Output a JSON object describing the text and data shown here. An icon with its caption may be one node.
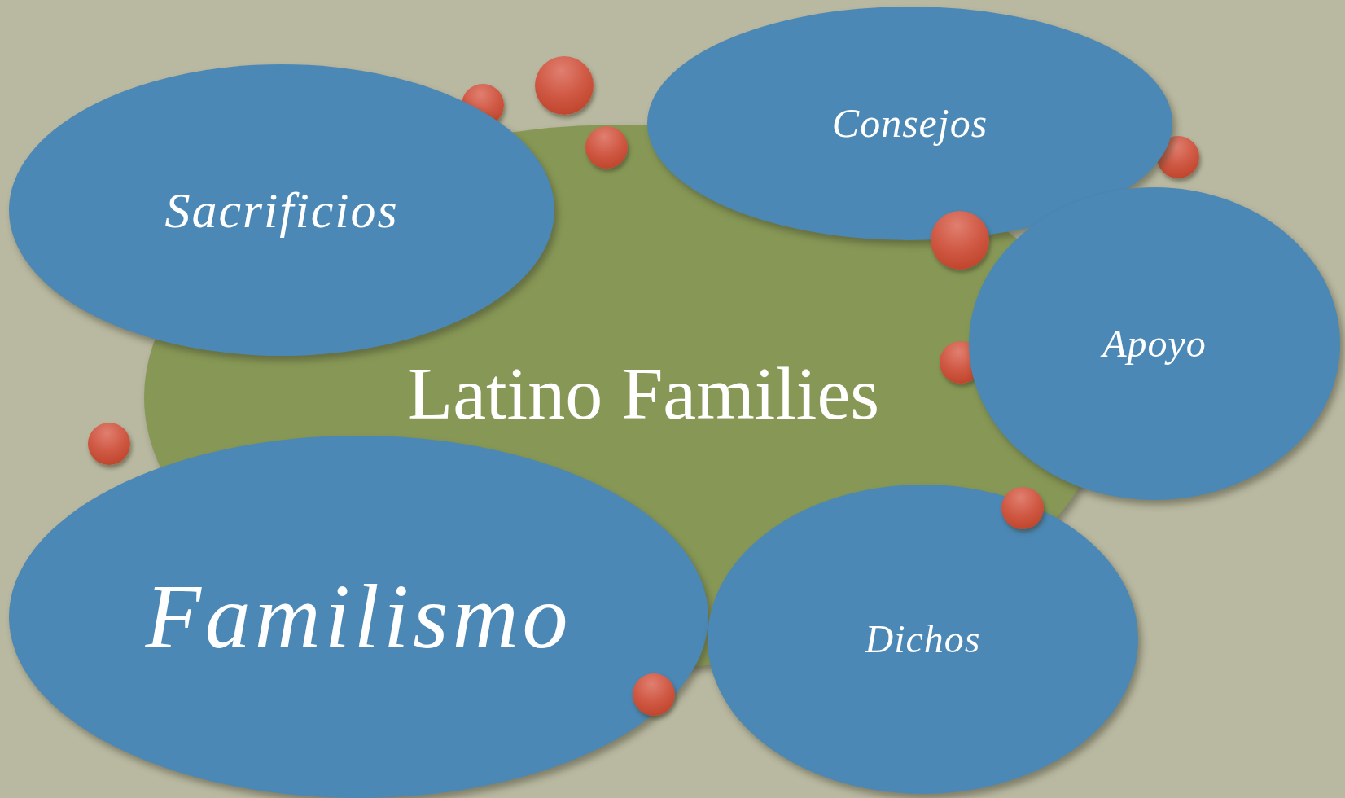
{
  "diagram": {
    "nodes": [
      {
        "text": [
          "Sacrificios"
        ]
      },
      {
        "text": [
          "Consejos"
        ]
      },
      {
        "text": [
          "Latino Families"
        ]
      },
      {
        "text": [
          "Apoyo"
        ]
      },
      {
        "text": [
          "Familismo"
        ]
      },
      {
        "text": [
          "Dichos"
        ]
      }
    ]
  }
}
